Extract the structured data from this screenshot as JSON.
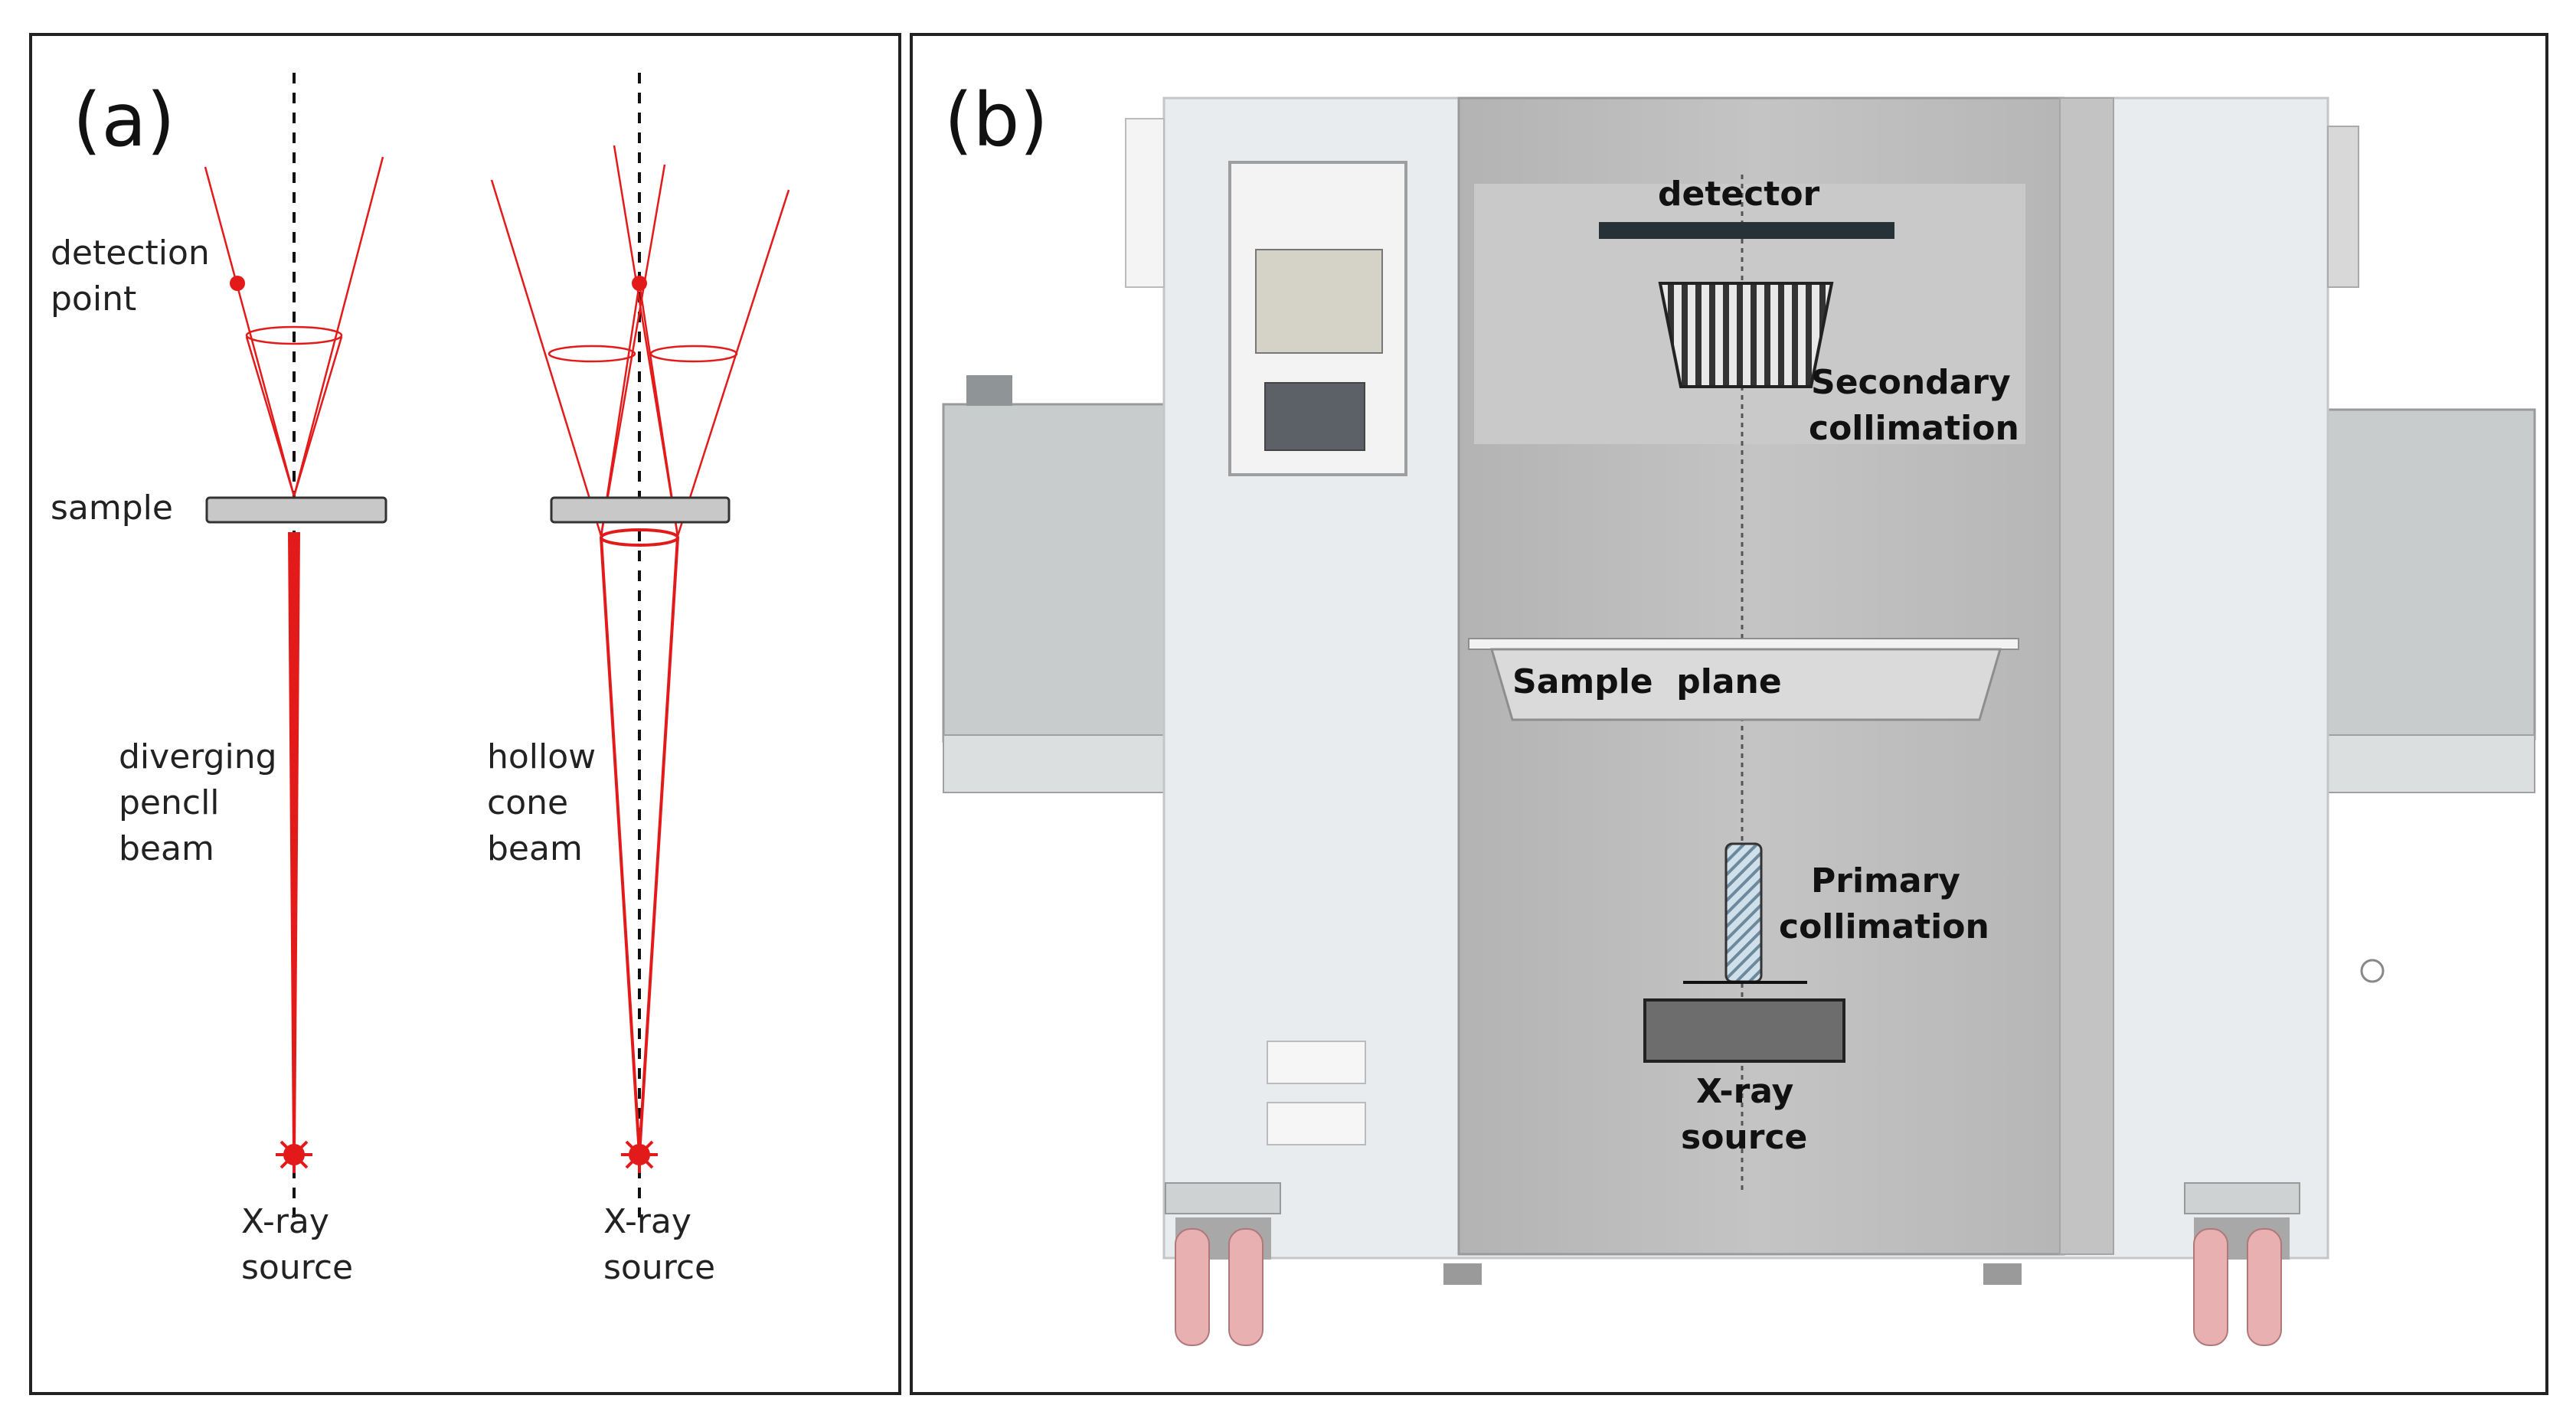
{
  "panel_a": {
    "label": "(a)",
    "detection_point": [
      "detection",
      "point"
    ],
    "sample": "sample",
    "pencil_beam": [
      "diverging",
      "pencll",
      "beam"
    ],
    "cone_beam": [
      "hollow",
      "cone",
      "beam"
    ],
    "source_left": [
      "X-ray",
      "source"
    ],
    "source_right": [
      "X-ray",
      "source"
    ],
    "colors": {
      "beam": "#e31a1a",
      "sample": "#c8c8c8",
      "axis": "#111111"
    }
  },
  "panel_b": {
    "label": "(b)",
    "detector": "detector",
    "secondary": [
      "Secondary",
      "collimation"
    ],
    "sample_plane": "Sample  plane",
    "primary": [
      "Primary",
      "collimation"
    ],
    "source": [
      "X-ray",
      "source"
    ],
    "colors": {
      "cabinet": "#e9ecee",
      "door": "#bdbdbd",
      "detector_bar": "#263238",
      "source_block": "#6d6d6d",
      "wheels": "#e8b0b0"
    }
  }
}
